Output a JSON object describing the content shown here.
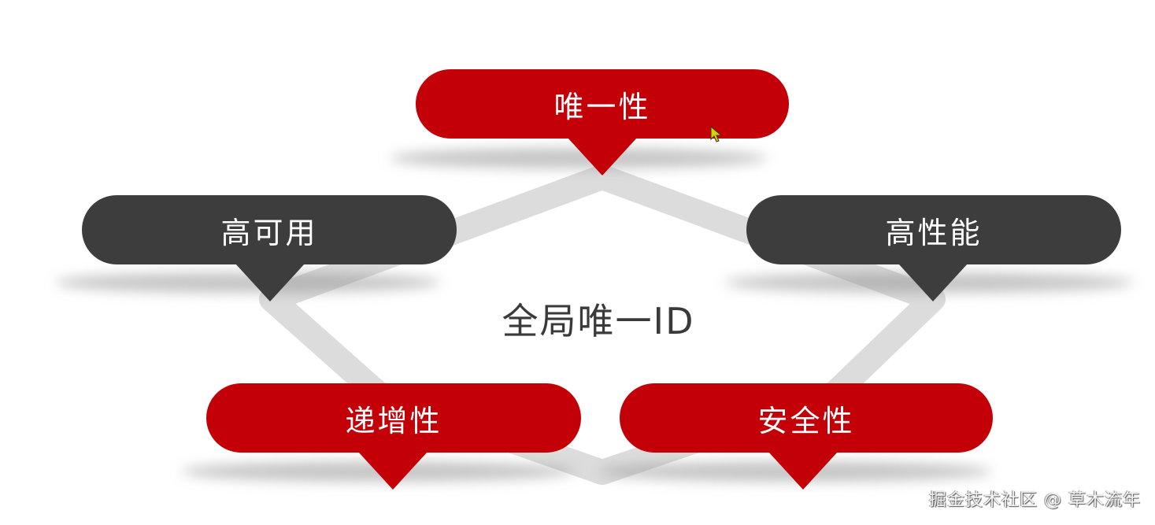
{
  "diagram": {
    "center_title": "全局唯一ID",
    "nodes": [
      {
        "id": "uniqueness",
        "label": "唯一性",
        "color": "#c30008",
        "position": "top"
      },
      {
        "id": "high-availability",
        "label": "高可用",
        "color": "#3d3d3d",
        "position": "left"
      },
      {
        "id": "high-performance",
        "label": "高性能",
        "color": "#3d3d3d",
        "position": "right"
      },
      {
        "id": "incremental",
        "label": "递增性",
        "color": "#c30008",
        "position": "bottom-left"
      },
      {
        "id": "security",
        "label": "安全性",
        "color": "#c30008",
        "position": "bottom-right"
      }
    ],
    "connector_color": "#d9d9d9"
  },
  "watermark": "掘金技术社区 @ 草木流年"
}
